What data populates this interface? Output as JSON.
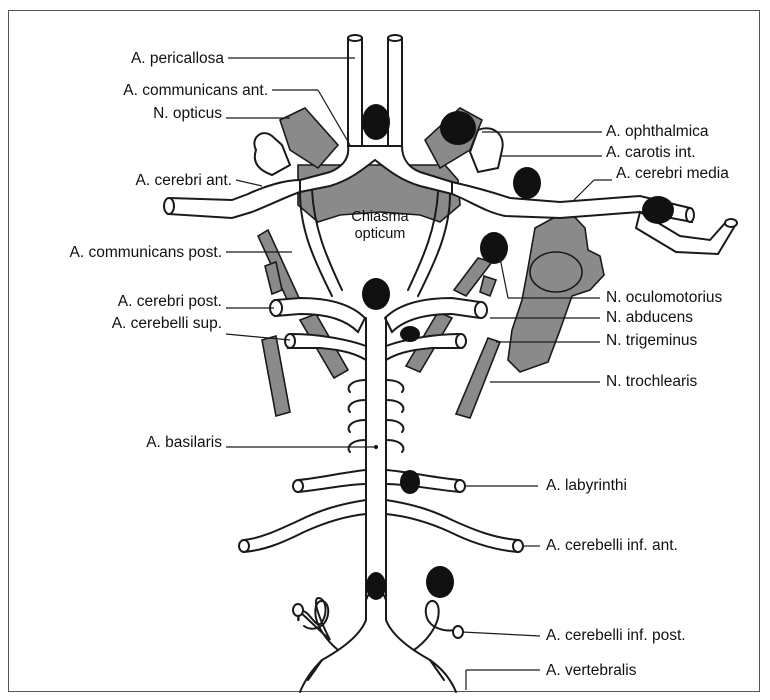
{
  "labels": {
    "pericallosa": "A. pericallosa",
    "communicans_ant": "A. communicans ant.",
    "opticus": "N. opticus",
    "cerebri_ant": "A. cerebri ant.",
    "communicans_post": "A. communicans post.",
    "cerebri_post": "A. cerebri post.",
    "cerebelli_sup": "A. cerebelli sup.",
    "basilaris": "A. basilaris",
    "ophthalmica": "A. ophthalmica",
    "carotis_int": "A. carotis int.",
    "cerebri_media": "A. cerebri media",
    "oculomotorius": "N. oculomotorius",
    "abducens": "N. abducens",
    "trigeminus": "N. trigeminus",
    "trochlearis": "N. trochlearis",
    "labyrinthi": "A. labyrinthi",
    "cerebelli_inf_ant": "A. cerebelli inf. ant.",
    "cerebelli_inf_post": "A. cerebelli inf. post.",
    "vertebralis": "A. vertebralis",
    "chiasma_line1": "Chiasma",
    "chiasma_line2": "opticum"
  }
}
